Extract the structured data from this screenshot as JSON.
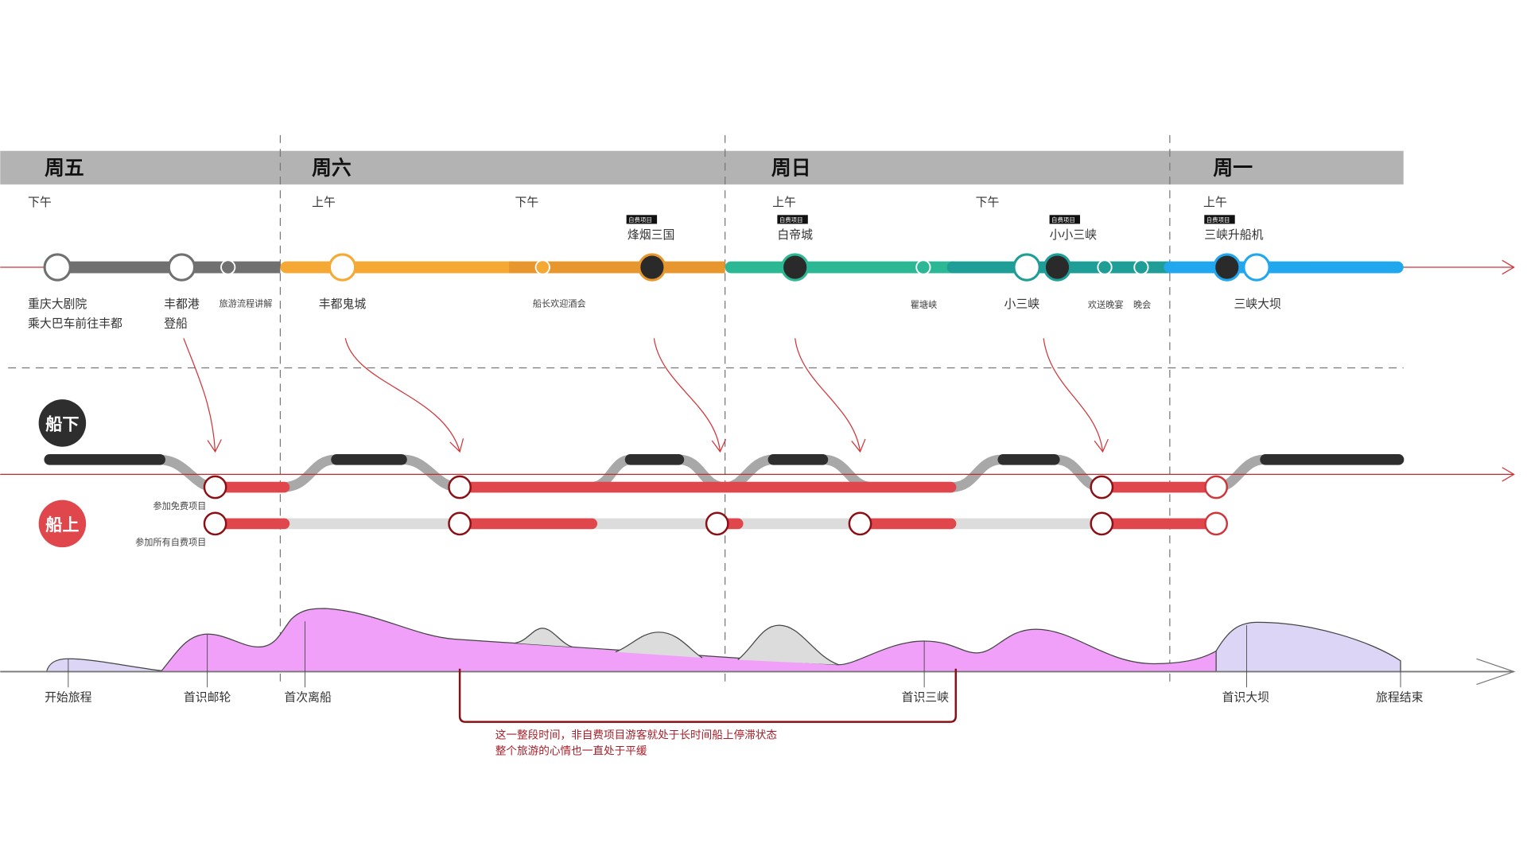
{
  "days": [
    "周五",
    "周六",
    "周日",
    "周一"
  ],
  "periods": [
    "下午",
    "上午",
    "下午",
    "上午",
    "下午",
    "上午"
  ],
  "badge": "自费项目",
  "paid_items": [
    "烽烟三国",
    "白帝城",
    "小小三峡",
    "三峡升船机"
  ],
  "stops": {
    "s1a": "重庆大剧院",
    "s1b": "乘大巴车前往丰都",
    "s2a": "丰都港",
    "s2b": "登船",
    "s3": "旅游流程讲解",
    "s4": "丰都鬼城",
    "s5": "船长欢迎酒会",
    "s6": "瞿塘峡",
    "s7": "小三峡",
    "s8": "欢送晚宴",
    "s9": "晚会",
    "s10": "三峡大坝"
  },
  "legend": {
    "offboard": "船下",
    "onboard": "船上",
    "row_free": "参加免费项目",
    "row_paid": "参加所有自费项目"
  },
  "emotion_labels": [
    "开始旅程",
    "首识邮轮",
    "首次离船",
    "首识三峡",
    "首识大坝",
    "旅程结束"
  ],
  "note": [
    "这一整段时间，非自费项目游客就处于长时间船上停滞状态",
    "整个旅游的心情也一直处于平缓"
  ],
  "colors": {
    "friday": "#707070",
    "sat_am": "#f5a833",
    "sat_pm": "#e8962e",
    "sun_am": "#2db895",
    "sun_pm": "#1e9e96",
    "mon": "#21a7ee",
    "onboard": "#e0474c",
    "offboard": "#333333",
    "emotion": "#f0a0f8",
    "emotion_light": "#ddd5f5"
  }
}
